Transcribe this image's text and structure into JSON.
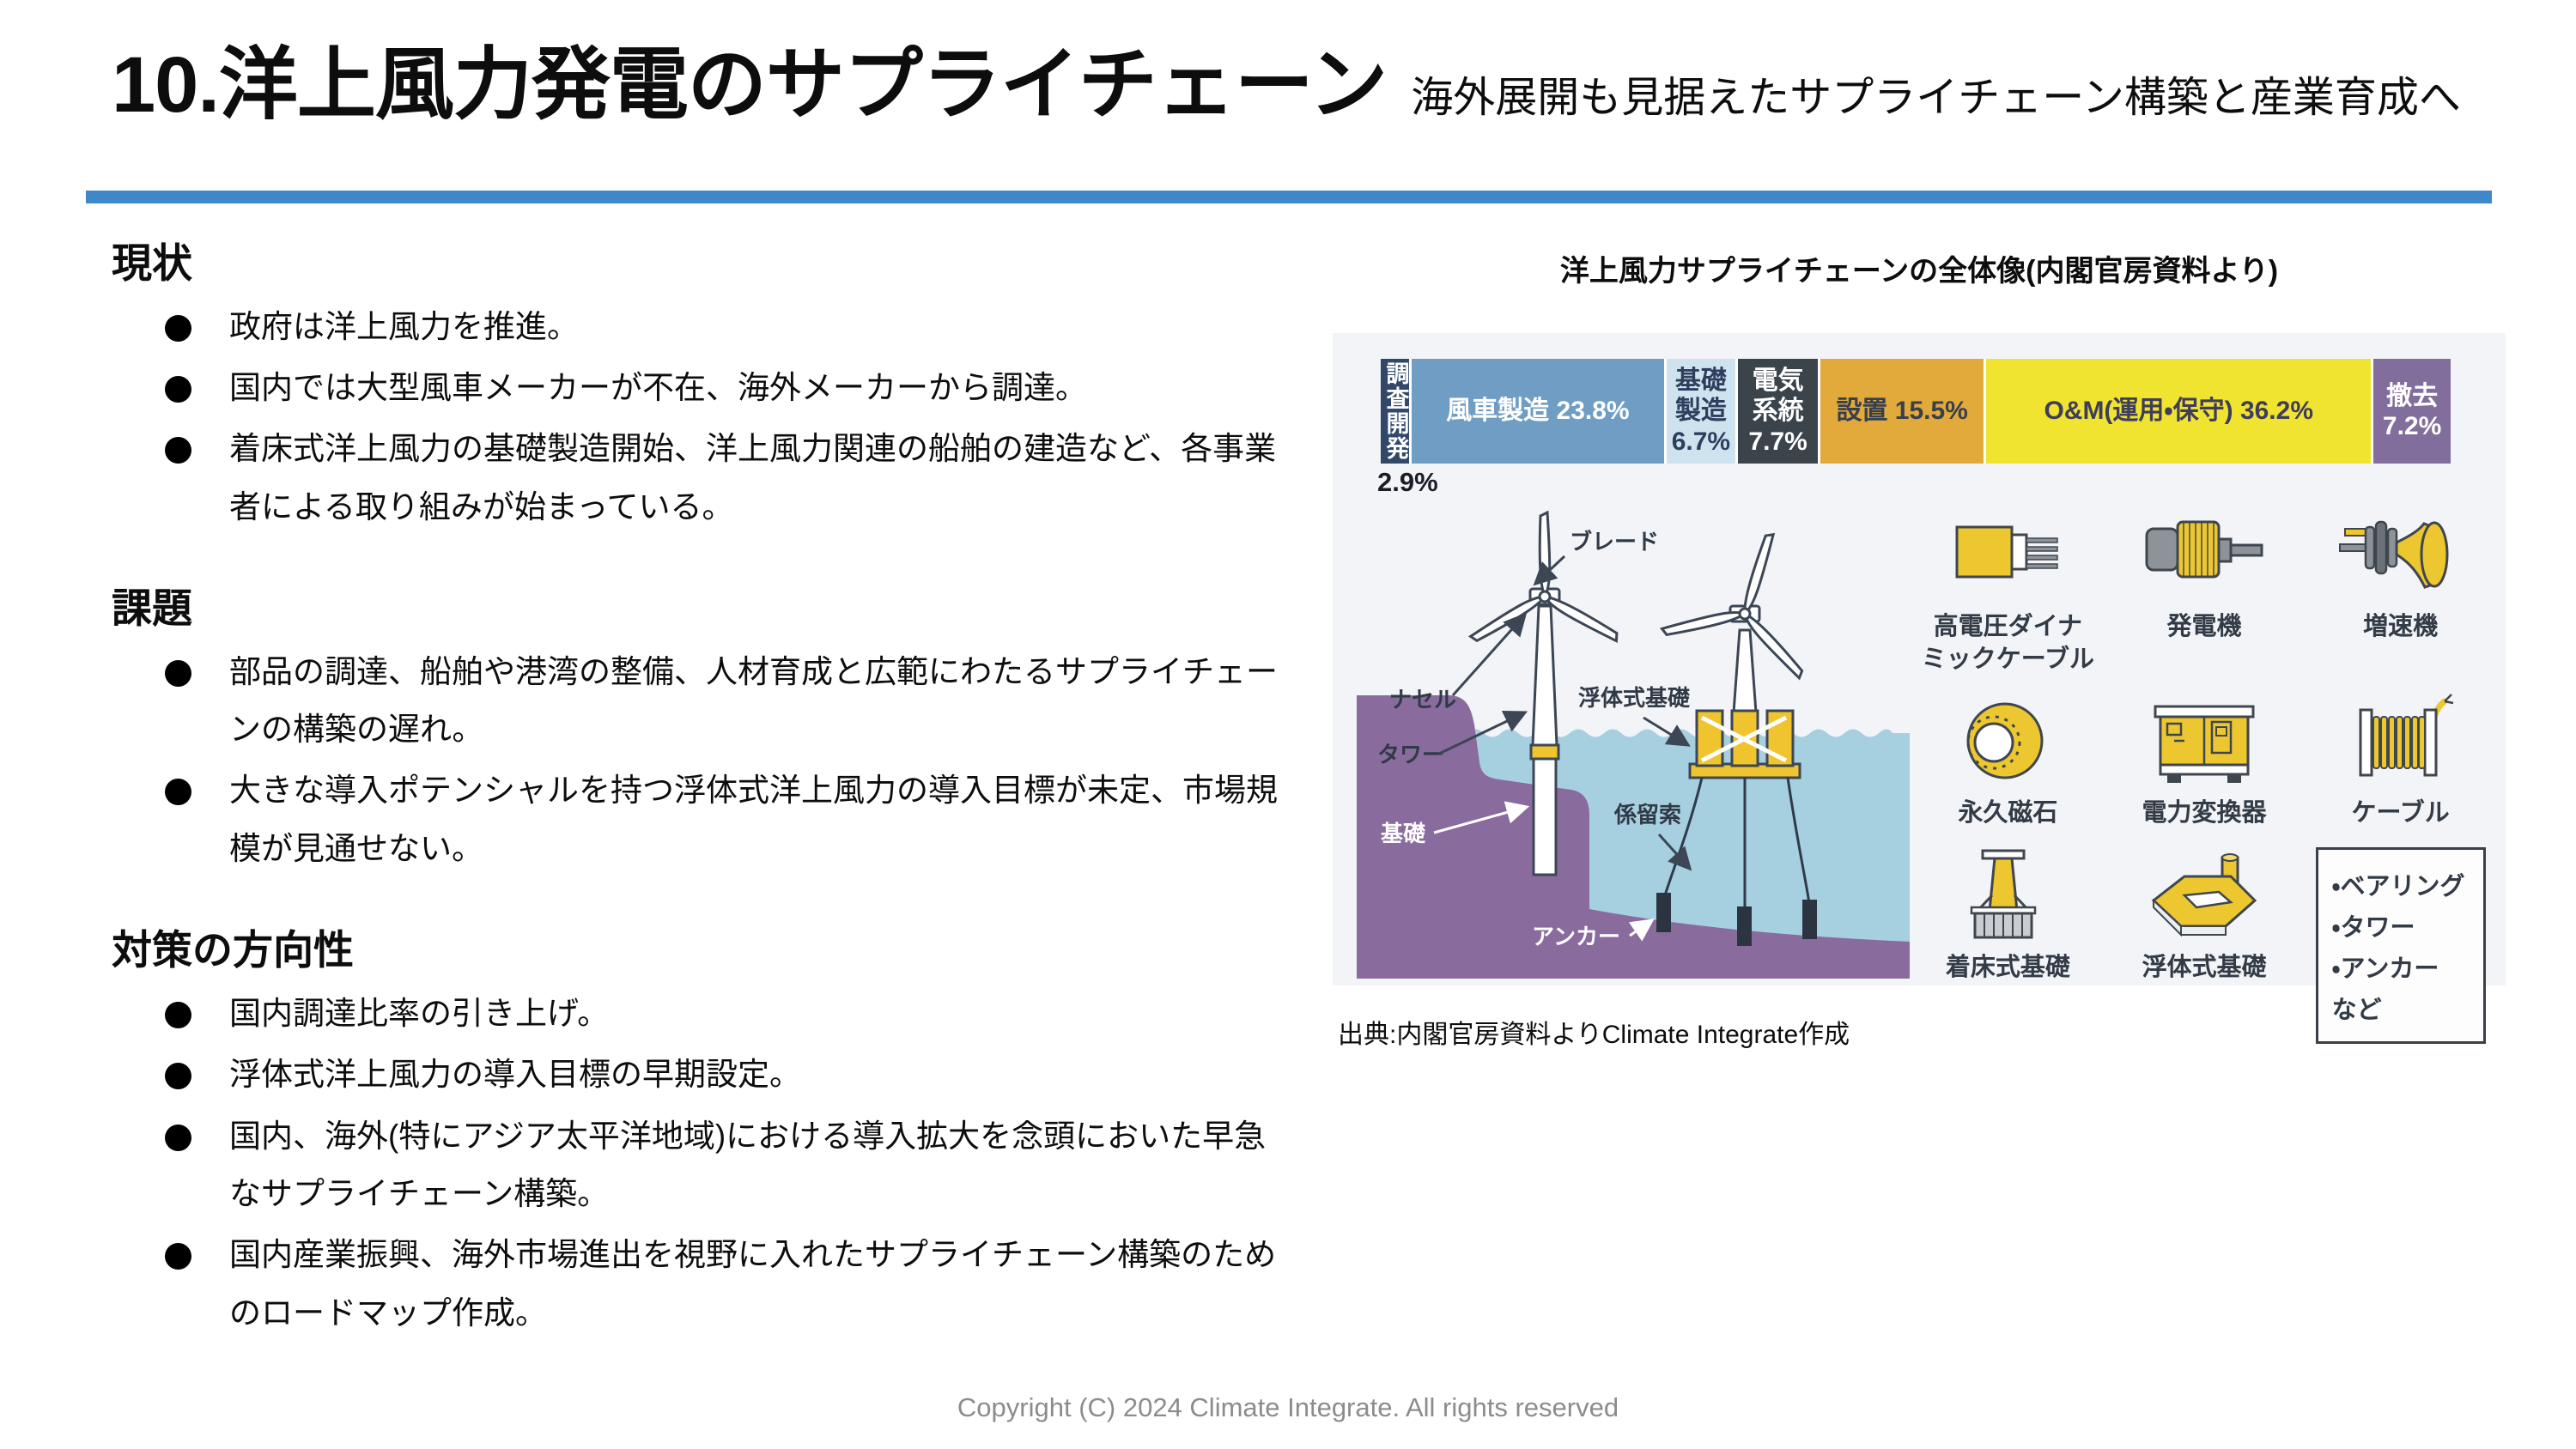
{
  "header": {
    "title": "10.洋上風力発電のサプライチェーン",
    "subtitle": "海外展開も見据えたサプライチェーン構築と産業育成へ"
  },
  "sections": {
    "genjo": {
      "heading": "現状",
      "bullets": [
        "政府は洋上風力を推進。",
        "国内では大型風車メーカーが不在、海外メーカーから調達。",
        "着床式洋上風力の基礎製造開始、洋上風力関連の船舶の建造など、各事業者による取り組みが始まっている。"
      ]
    },
    "kadai": {
      "heading": "課題",
      "bullets": [
        "部品の調達、船舶や港湾の整備、人材育成と広範にわたるサプライチェーンの構築の遅れ。",
        "大きな導入ポテンシャルを持つ浮体式洋上風力の導入目標が未定、市場規模が見通せない。"
      ]
    },
    "taisaku": {
      "heading": "対策の方向性",
      "bullets": [
        "国内調達比率の引き上げ。",
        "浮体式洋上風力の導入目標の早期設定。",
        "国内、海外(特にアジア太平洋地域)における導入拡大を念頭においた早急なサプライチェーン構築。",
        "国内産業振興、海外市場進出を視野に入れたサプライチェーン構築のためのロードマップ作成。"
      ]
    }
  },
  "figure": {
    "title": "洋上風力サプライチェーンの全体像(内閣官房資料より)",
    "source": "出典:内閣官房資料よりClimate Integrate作成"
  },
  "chart_data": {
    "type": "bar",
    "subtype": "horizontal-stacked-100pct",
    "title": "洋上風力サプライチェーンの全体像(内閣官房資料より)",
    "unit": "%",
    "segments": [
      {
        "label": "調査開発",
        "value": 2.9,
        "color": "#31486b",
        "text_color": "#ffffff",
        "vertical": true,
        "value_outside": true
      },
      {
        "label": "風車製造",
        "value": 23.8,
        "color": "#6f9dc4",
        "text_color": "#ffffff"
      },
      {
        "label": "基礎製造",
        "value": 6.7,
        "color": "#cfe3ef",
        "text_color": "#2d3f5e"
      },
      {
        "label": "電気系統",
        "value": 7.7,
        "color": "#3b434b",
        "text_color": "#ffffff"
      },
      {
        "label": "設置",
        "value": 15.5,
        "color": "#e2a93b",
        "text_color": "#38404d"
      },
      {
        "label": "O&M(運用・保守)",
        "value": 36.2,
        "color": "#f0e431",
        "text_color": "#3f3d5c"
      },
      {
        "label": "撤去",
        "value": 7.2,
        "color": "#816e9c",
        "text_color": "#ffffff"
      }
    ],
    "scene_labels": {
      "blade": "ブレード",
      "nacelle": "ナセル",
      "tower": "タワー",
      "foundation": "基礎",
      "floating_foundation": "浮体式基礎",
      "mooring_line": "係留索",
      "anchor": "アンカー"
    },
    "components": [
      {
        "id": "hv-dynamic-cable",
        "label": "高電圧ダイナ\nミックケーブル"
      },
      {
        "id": "generator",
        "label": "発電機"
      },
      {
        "id": "gearbox",
        "label": "増速機"
      },
      {
        "id": "permanent-magnet",
        "label": "永久磁石"
      },
      {
        "id": "power-converter",
        "label": "電力変換器"
      },
      {
        "id": "cable",
        "label": "ケーブル"
      },
      {
        "id": "bottom-fixed-foundation",
        "label": "着床式基礎"
      },
      {
        "id": "floating-foundation",
        "label": "浮体式基礎"
      }
    ],
    "others_box": "・ベアリング\n・タワー\n・アンカー\nなど"
  },
  "footer": {
    "copyright": "Copyright (C) 2024 Climate Integrate. All rights reserved"
  }
}
